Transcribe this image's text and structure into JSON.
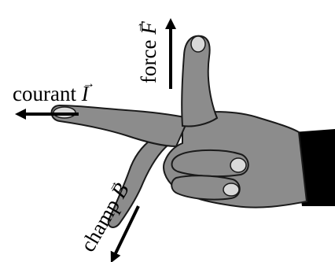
{
  "labels": {
    "current": {
      "word": "courant",
      "symbol": "I"
    },
    "force": {
      "word": "force",
      "symbol": "F"
    },
    "field": {
      "word": "champ",
      "symbol": "B"
    }
  },
  "colors": {
    "skin": "#8c8c8c",
    "skin_shadow": "#6e6e6e",
    "outline": "#1a1a1a",
    "nail": "#d9d9d9",
    "sleeve": "#000000",
    "arrow": "#000000"
  }
}
